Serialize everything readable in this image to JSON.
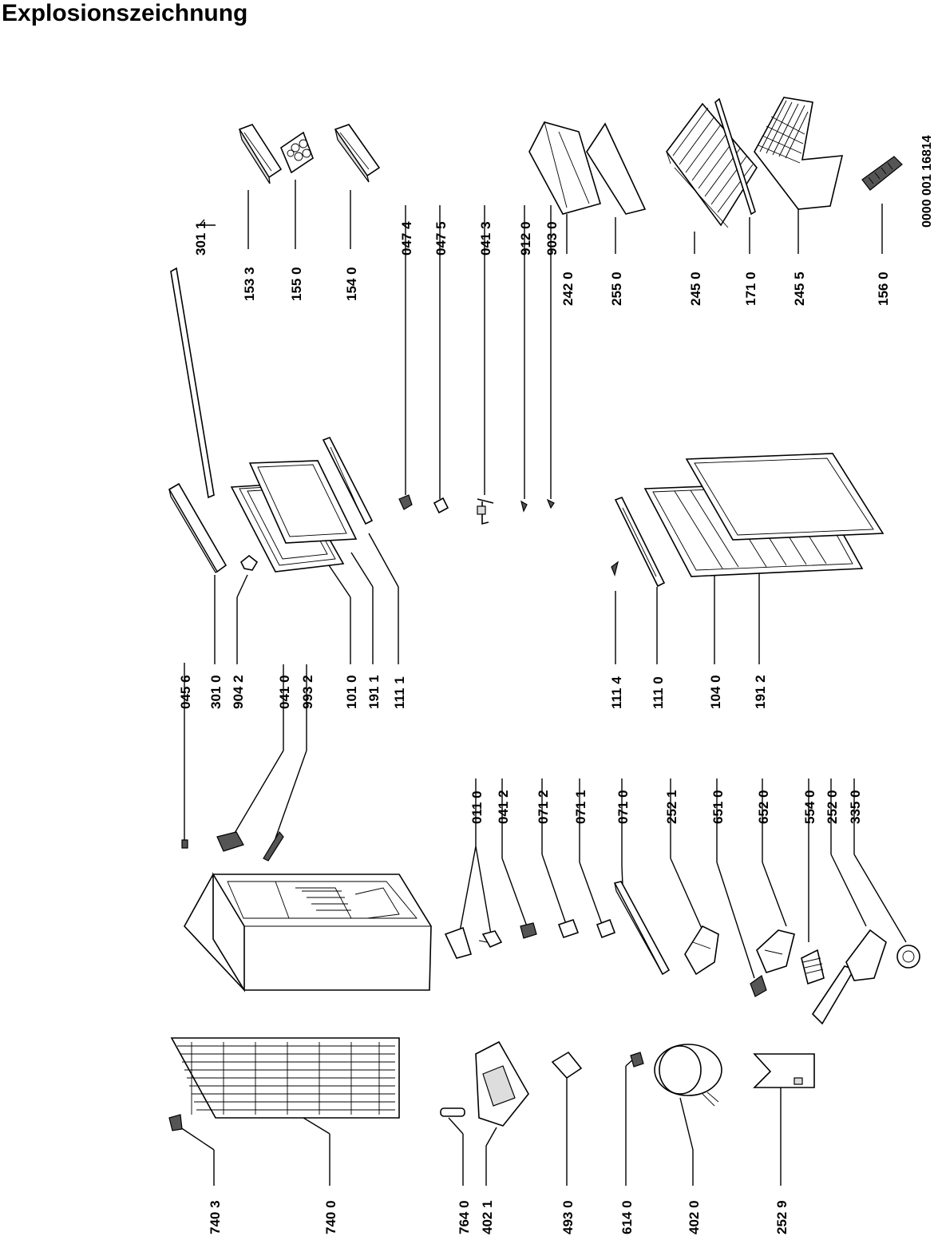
{
  "title": "Explosionszeichnung",
  "document_number": "0000 001 16814",
  "labels": {
    "p1533": "153 3",
    "p1550": "155 0",
    "p1540": "154 0",
    "p2420": "242 0",
    "p2550": "255 0",
    "p2450": "245 0",
    "p1710": "171 0",
    "p2455": "245 5",
    "p1560": "156 0",
    "p3011": "301 1",
    "p0474": "047 4",
    "p0475": "047 5",
    "p0413": "041 3",
    "p9120": "912 0",
    "p9030": "903 0",
    "p0456": "045 6",
    "p3010": "301 0",
    "p9042": "904 2",
    "p0410": "041 0",
    "p9932": "993 2",
    "p1010": "101 0",
    "p1911": "191 1",
    "p1111": "111 1",
    "p1114": "111 4",
    "p1110": "111 0",
    "p1040": "104 0",
    "p1912": "191 2",
    "p0110": "011 0",
    "p0412": "041 2",
    "p0712": "071 2",
    "p0711": "071 1",
    "p0710": "071 0",
    "p2521": "252 1",
    "p6510": "651 0",
    "p6520": "652 0",
    "p5540": "554 0",
    "p2520": "252 0",
    "p3350": "335 0",
    "p7403": "740 3",
    "p7400": "740 0",
    "p7640": "764 0",
    "p4021": "402 1",
    "p4930": "493 0",
    "p6140": "614 0",
    "p4020": "402 0",
    "p2529": "252 9"
  }
}
